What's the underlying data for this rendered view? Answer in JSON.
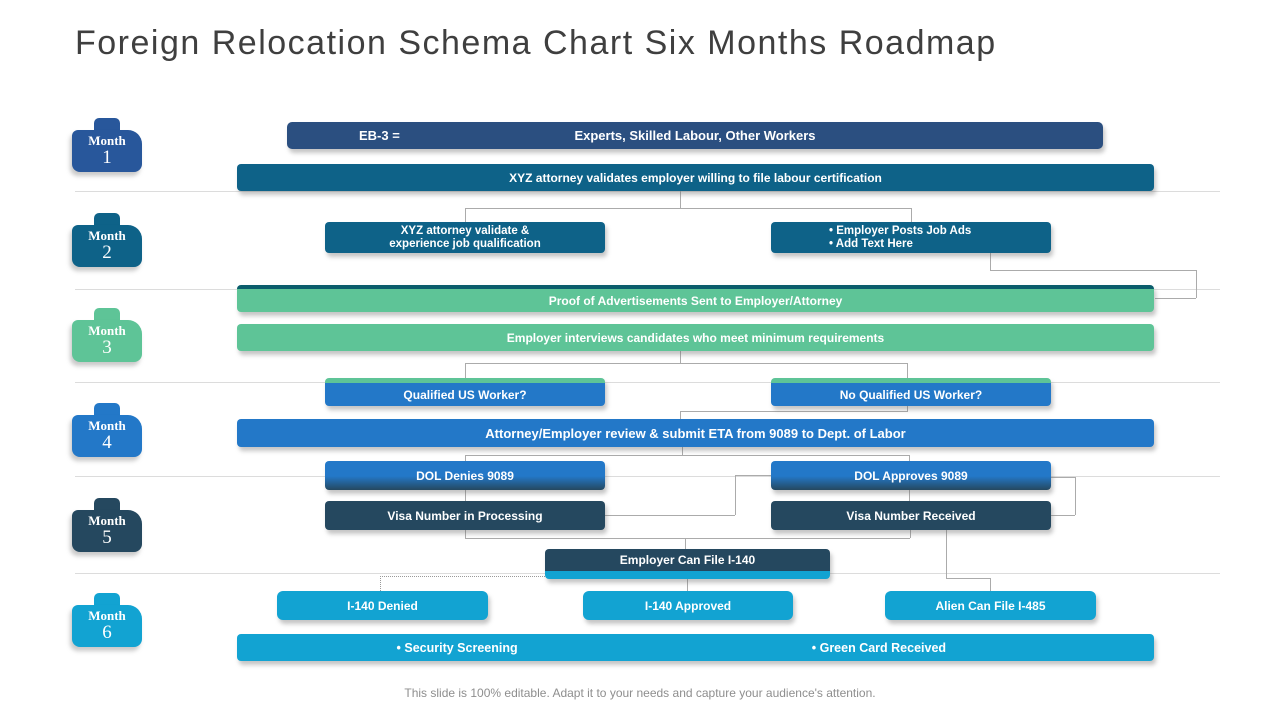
{
  "slide": {
    "title": "Foreign Relocation Schema Chart Six Months Roadmap",
    "footer": "This slide is 100% editable. Adapt it to your needs and capture your audience's attention."
  },
  "months": [
    {
      "label": "Month",
      "number": "1",
      "color": "#28579B"
    },
    {
      "label": "Month",
      "number": "2",
      "color": "#0E6288"
    },
    {
      "label": "Month",
      "number": "3",
      "color": "#5EC497"
    },
    {
      "label": "Month",
      "number": "4",
      "color": "#2378C8"
    },
    {
      "label": "Month",
      "number": "5",
      "color": "#25485F"
    },
    {
      "label": "Month",
      "number": "6",
      "color": "#12A3D2"
    }
  ],
  "flow": {
    "eb3_label": "EB-3 =",
    "eb3_value": "Experts, Skilled Labour, Other Workers",
    "validate_bar": "XYZ attorney validates employer willing to file labour certification",
    "validate_box": [
      "XYZ attorney validate &",
      "experience job qualification"
    ],
    "job_ads": [
      "Employer Posts Job Ads",
      "Add Text Here"
    ],
    "proof_bar": "Proof of Advertisements Sent to Employer/Attorney",
    "interview_bar": "Employer interviews candidates who meet minimum requirements",
    "qualified": "Qualified US Worker?",
    "no_qualified": "No Qualified US Worker?",
    "review_bar": "Attorney/Employer review & submit ETA from 9089 to Dept. of Labor",
    "dol_denies": "DOL Denies 9089",
    "dol_approves": "DOL Approves 9089",
    "visa_processing": "Visa Number in Processing",
    "visa_received": "Visa Number Received",
    "employer_file": "Employer Can File I-140",
    "i140_denied": "I-140 Denied",
    "i140_approved": "I-140 Approved",
    "alien_file": "Alien Can File I-485",
    "bottom": [
      "Security Screening",
      "Green Card Received"
    ]
  },
  "palette": {
    "navy": "#2B4F80",
    "royal": "#28579B",
    "teal": "#0E6288",
    "green": "#5EC497",
    "greenDark": "#0B5D6C",
    "blue": "#2378C8",
    "slate": "#25485F",
    "cyan": "#12A3D2",
    "line": "#ABABAB",
    "divider": "#DCDCDC",
    "titleColor": "#3F3F3F",
    "footerColor": "#8E8E8E"
  }
}
